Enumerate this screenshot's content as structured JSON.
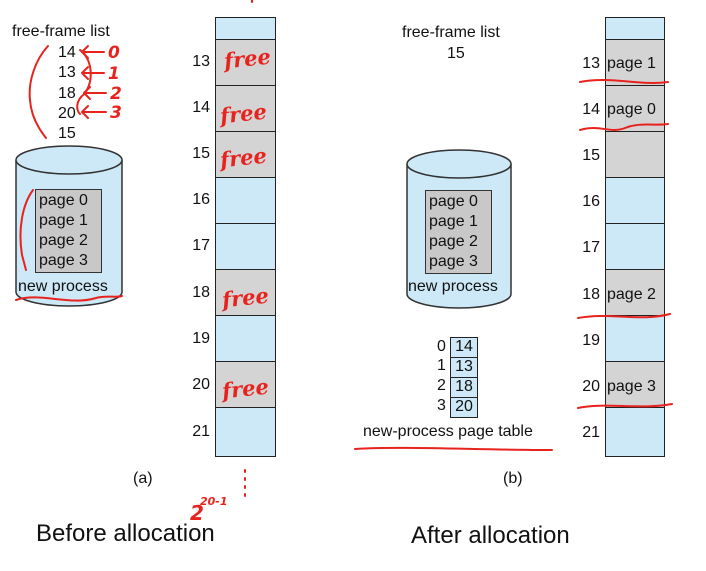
{
  "left": {
    "free_list_title": "free-frame list",
    "free_list": [
      "14",
      "13",
      "18",
      "20",
      "15"
    ],
    "annotations": [
      "0",
      "1",
      "2",
      "3"
    ],
    "disk_pages": [
      "page 0",
      "page 1",
      "page 2",
      "page 3"
    ],
    "disk_label": "new process",
    "frame_numbers": [
      "13",
      "14",
      "15",
      "16",
      "17",
      "18",
      "19",
      "20",
      "21"
    ],
    "free_word": "free",
    "caption_letter": "(a)",
    "caption": "Before allocation",
    "handwritten_note": "2",
    "handwritten_exp": "20-1"
  },
  "right": {
    "free_list_title": "free-frame list",
    "free_list_value": "15",
    "disk_pages": [
      "page 0",
      "page 1",
      "page 2",
      "page 3"
    ],
    "disk_label": "new process",
    "page_table": {
      "rows": [
        {
          "page": "0",
          "frame": "14"
        },
        {
          "page": "1",
          "frame": "13"
        },
        {
          "page": "2",
          "frame": "18"
        },
        {
          "page": "3",
          "frame": "20"
        }
      ],
      "label": "new-process page table"
    },
    "frame_numbers": [
      "13",
      "14",
      "15",
      "16",
      "17",
      "18",
      "19",
      "20",
      "21"
    ],
    "frame_pages": {
      "13": "page 1",
      "14": "page 0",
      "18": "page 2",
      "20": "page 3"
    },
    "caption_letter": "(b)",
    "caption": "After allocation"
  },
  "colors": {
    "frame_blue": "#cde8f6",
    "frame_gray": "#d4d4d4",
    "ink_red": "#e8231e"
  }
}
